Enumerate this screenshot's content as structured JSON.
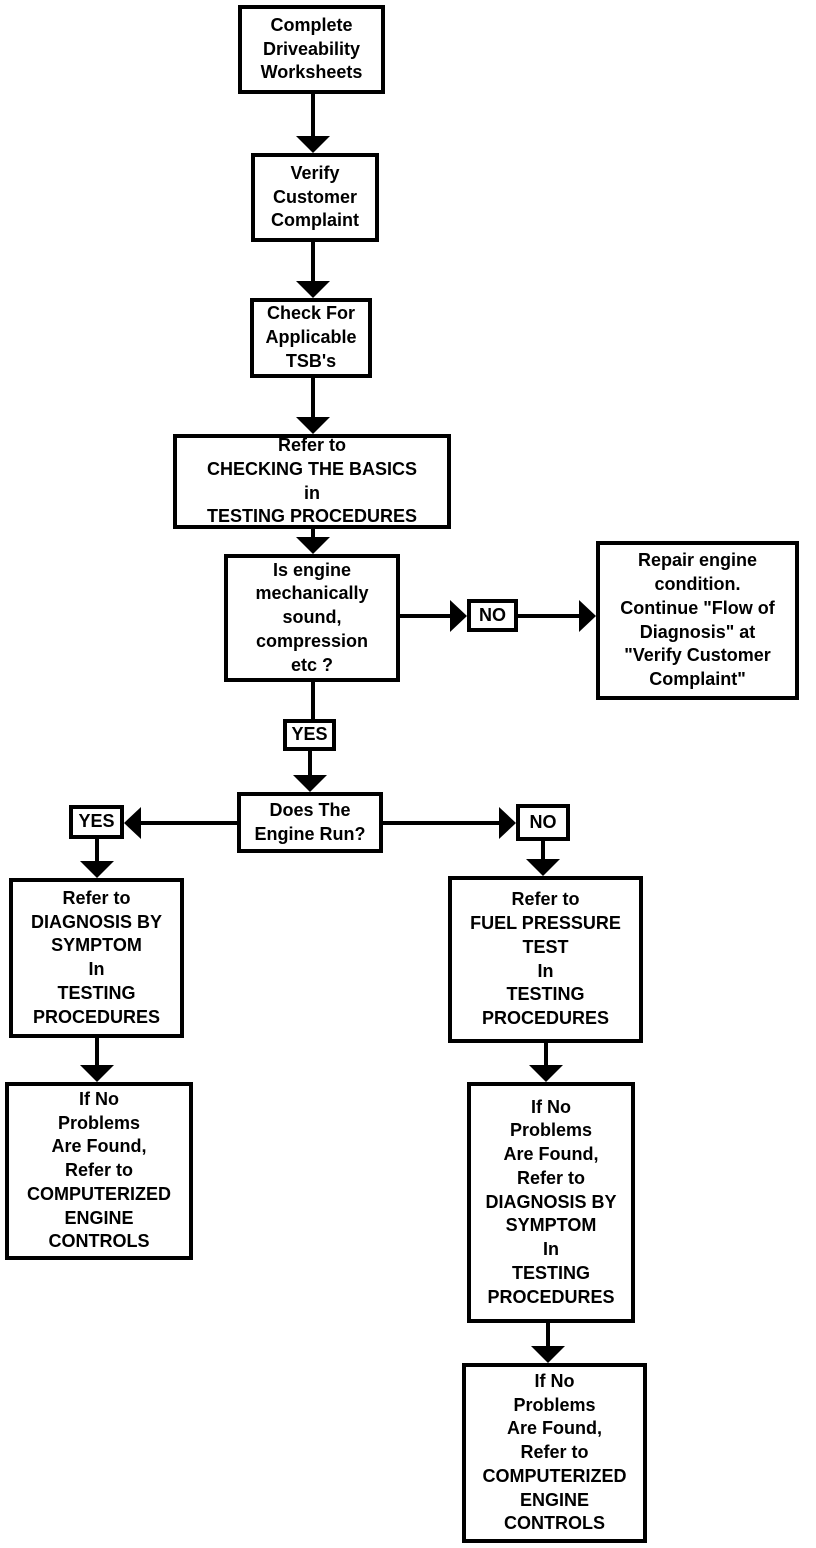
{
  "diagram": {
    "type": "flowchart",
    "subject": "Flow of Diagnosis",
    "ink_color": "#000000",
    "background_color": "#ffffff",
    "nodes": {
      "complete_worksheets": {
        "text": "Complete\nDriveability\nWorksheets"
      },
      "verify_complaint": {
        "text": "Verify\nCustomer\nComplaint"
      },
      "check_tsbs": {
        "text": "Check For\nApplicable\nTSB's"
      },
      "checking_basics": {
        "text": "Refer to\nCHECKING THE BASICS\nin\nTESTING PROCEDURES"
      },
      "engine_sound": {
        "text": "Is engine\nmechanically\nsound,\ncompression\netc ?"
      },
      "no_1": {
        "text": "NO"
      },
      "repair_engine": {
        "text": "Repair engine\ncondition.\nContinue \"Flow of\nDiagnosis\" at\n\"Verify Customer\nComplaint\""
      },
      "yes_1": {
        "text": "YES"
      },
      "engine_run": {
        "text": "Does The\nEngine Run?"
      },
      "yes_2": {
        "text": "YES"
      },
      "no_2": {
        "text": "NO"
      },
      "diagnosis_by_symptom": {
        "text": "Refer to\nDIAGNOSIS BY\nSYMPTOM\nIn\nTESTING\nPROCEDURES"
      },
      "computerized_controls_left": {
        "text": "If No\nProblems\nAre Found,\nRefer to\nCOMPUTERIZED\nENGINE\nCONTROLS"
      },
      "fuel_pressure_test": {
        "text": "Refer to\nFUEL PRESSURE\nTEST\nIn\nTESTING\nPROCEDURES"
      },
      "diagnosis_by_symptom_right": {
        "text": "If No\nProblems\nAre Found,\nRefer to\nDIAGNOSIS BY\nSYMPTOM\nIn\nTESTING\nPROCEDURES"
      },
      "computerized_controls_right": {
        "text": "If No\nProblems\nAre Found,\nRefer to\nCOMPUTERIZED\nENGINE\nCONTROLS"
      }
    },
    "edges": [
      {
        "from": "complete_worksheets",
        "to": "verify_complaint"
      },
      {
        "from": "verify_complaint",
        "to": "check_tsbs"
      },
      {
        "from": "check_tsbs",
        "to": "checking_basics"
      },
      {
        "from": "checking_basics",
        "to": "engine_sound"
      },
      {
        "from": "engine_sound",
        "to": "repair_engine",
        "label": "NO"
      },
      {
        "from": "engine_sound",
        "to": "engine_run",
        "label": "YES"
      },
      {
        "from": "engine_run",
        "to": "diagnosis_by_symptom",
        "label": "YES"
      },
      {
        "from": "engine_run",
        "to": "fuel_pressure_test",
        "label": "NO"
      },
      {
        "from": "diagnosis_by_symptom",
        "to": "computerized_controls_left"
      },
      {
        "from": "fuel_pressure_test",
        "to": "diagnosis_by_symptom_right"
      },
      {
        "from": "diagnosis_by_symptom_right",
        "to": "computerized_controls_right"
      }
    ]
  }
}
